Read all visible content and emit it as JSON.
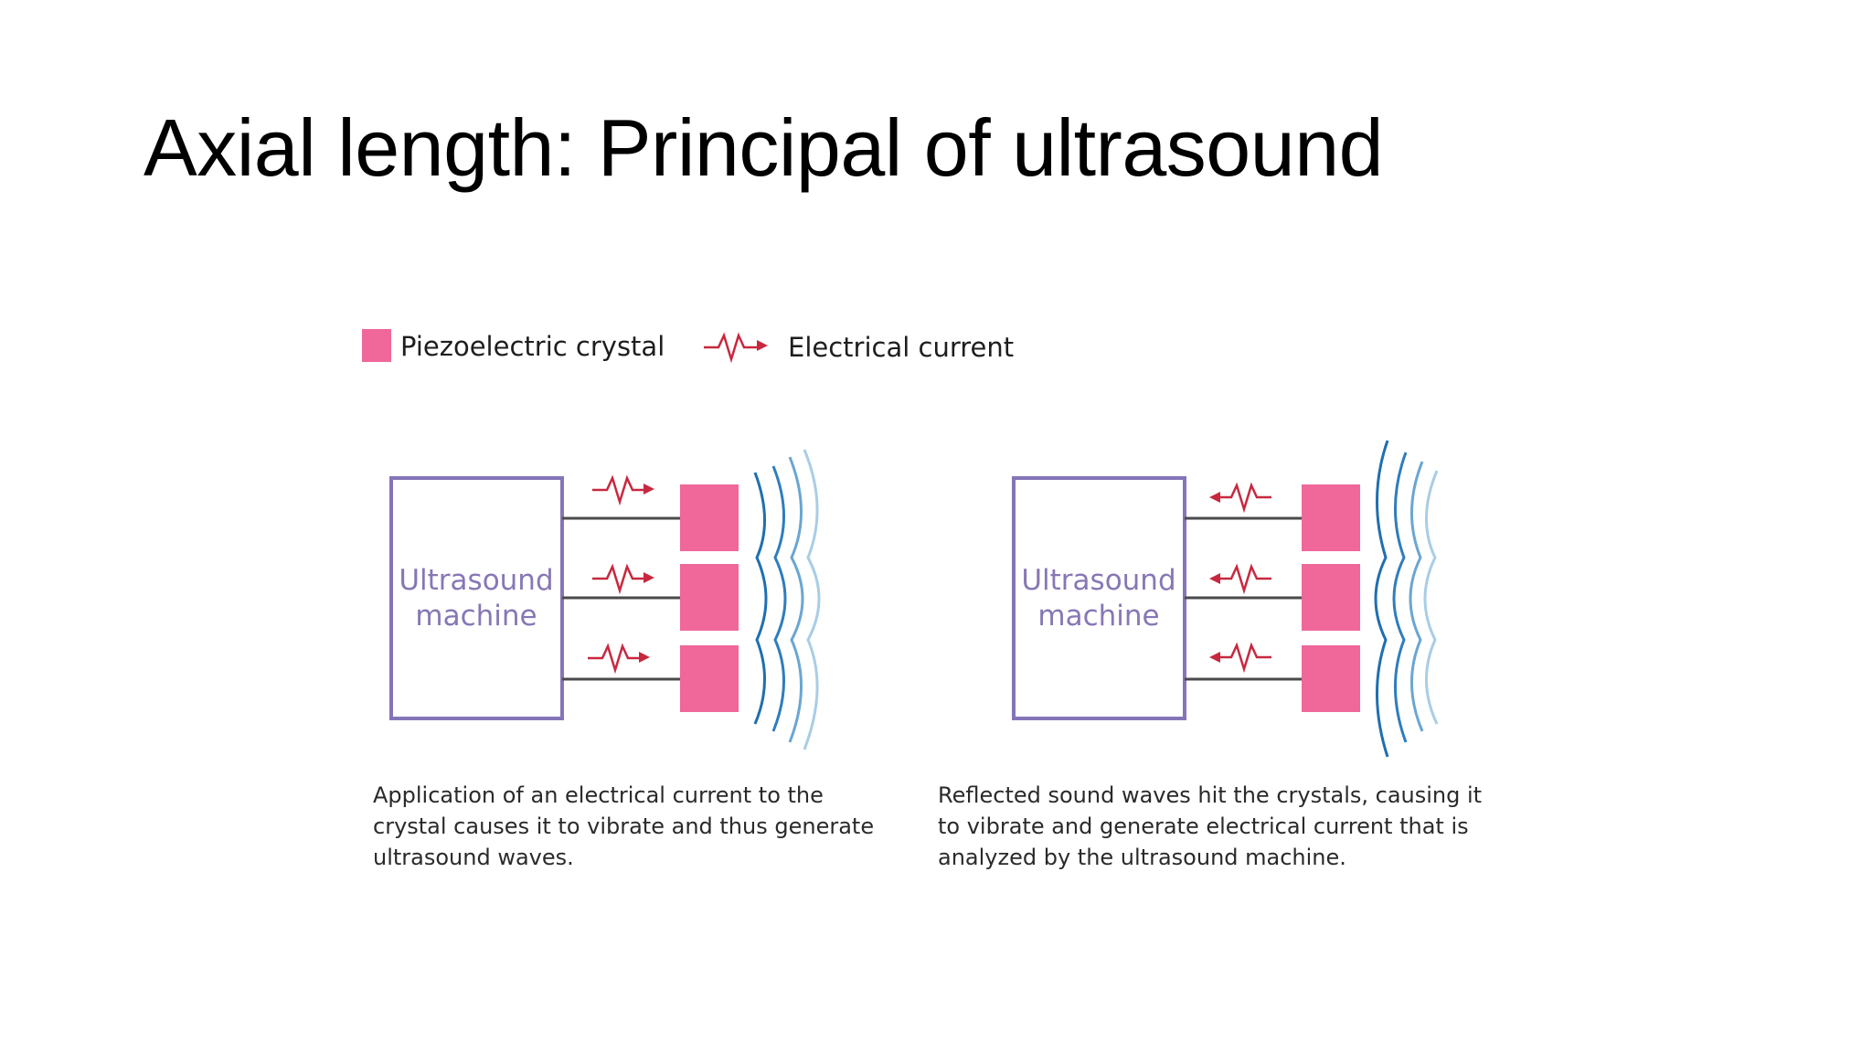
{
  "slide": {
    "title": "Axial length: Principal of ultrasound"
  },
  "legend": {
    "crystal_label": "Piezoelectric crystal",
    "current_label": "Electrical current"
  },
  "panels": [
    {
      "id": "left",
      "machine_label_line1": "Ultrasound",
      "machine_label_line2": "machine",
      "current_direction": "toward-crystals",
      "caption_lines": [
        "Application of an electrical current to the",
        "crystal causes it to vibrate and thus generate",
        "ultrasound waves."
      ]
    },
    {
      "id": "right",
      "machine_label_line1": "Ultrasound",
      "machine_label_line2": "machine",
      "current_direction": "toward-machine",
      "caption_lines": [
        "Reflected sound waves hit the crystals, causing it",
        "to vibrate and generate electrical current that is",
        "analyzed by the ultrasound machine."
      ]
    }
  ],
  "colors": {
    "crystal": "#f0679a",
    "current": "#c8283f",
    "machine_border": "#8574b8",
    "machine_text": "#8877b5",
    "wire": "#4a4a4a",
    "wave_dark": "#2f78b6",
    "wave_light": "#a9cde6"
  }
}
